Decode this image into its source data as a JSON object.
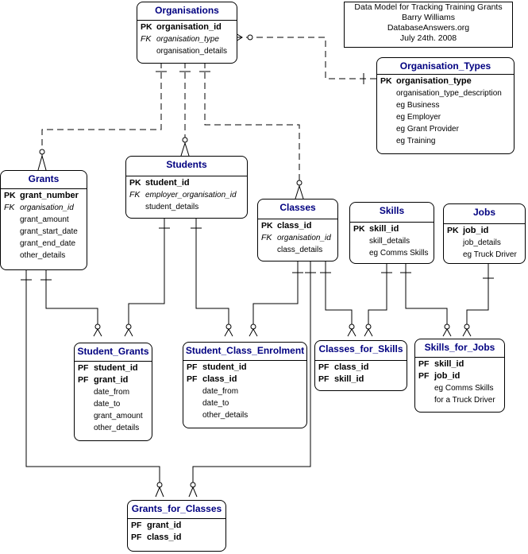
{
  "note": {
    "lines": [
      "Data Model for Tracking Training Grants",
      "Barry Williams",
      "DatabaseAnswers.org",
      "July 24th. 2008"
    ]
  },
  "entities": {
    "organisations": {
      "title": "Organisations",
      "rows": [
        {
          "key": "PK",
          "name": "organisation_id"
        },
        {
          "key": "FK",
          "name": "organisation_type"
        },
        {
          "key": "",
          "name": "organisation_details"
        }
      ]
    },
    "organisation_types": {
      "title": "Organisation_Types",
      "rows": [
        {
          "key": "PK",
          "name": "organisation_type"
        },
        {
          "key": "",
          "name": "organisation_type_description"
        },
        {
          "key": "",
          "name": "eg Business"
        },
        {
          "key": "",
          "name": "eg Employer"
        },
        {
          "key": "",
          "name": "eg Grant Provider"
        },
        {
          "key": "",
          "name": "eg Training"
        }
      ]
    },
    "grants": {
      "title": "Grants",
      "rows": [
        {
          "key": "PK",
          "name": "grant_number"
        },
        {
          "key": "FK",
          "name": "organisation_id"
        },
        {
          "key": "",
          "name": "grant_amount"
        },
        {
          "key": "",
          "name": "grant_start_date"
        },
        {
          "key": "",
          "name": "grant_end_date"
        },
        {
          "key": "",
          "name": "other_details"
        }
      ]
    },
    "students": {
      "title": "Students",
      "rows": [
        {
          "key": "PK",
          "name": "student_id"
        },
        {
          "key": "FK",
          "name": "employer_organisation_id"
        },
        {
          "key": "",
          "name": "student_details"
        }
      ]
    },
    "classes": {
      "title": "Classes",
      "rows": [
        {
          "key": "PK",
          "name": "class_id"
        },
        {
          "key": "FK",
          "name": "organisation_id"
        },
        {
          "key": "",
          "name": "class_details"
        }
      ]
    },
    "skills": {
      "title": "Skills",
      "rows": [
        {
          "key": "PK",
          "name": "skill_id"
        },
        {
          "key": "",
          "name": "skill_details"
        },
        {
          "key": "",
          "name": "eg Comms Skills"
        }
      ]
    },
    "jobs": {
      "title": "Jobs",
      "rows": [
        {
          "key": "PK",
          "name": "job_id"
        },
        {
          "key": "",
          "name": "job_details"
        },
        {
          "key": "",
          "name": "eg Truck Driver"
        }
      ]
    },
    "student_grants": {
      "title": "Student_Grants",
      "rows": [
        {
          "key": "PF",
          "name": "student_id"
        },
        {
          "key": "PF",
          "name": "grant_id"
        },
        {
          "key": "",
          "name": "date_from"
        },
        {
          "key": "",
          "name": "date_to"
        },
        {
          "key": "",
          "name": "grant_amount"
        },
        {
          "key": "",
          "name": "other_details"
        }
      ]
    },
    "student_class_enrolment": {
      "title": "Student_Class_Enrolment",
      "rows": [
        {
          "key": "PF",
          "name": "student_id"
        },
        {
          "key": "PF",
          "name": "class_id"
        },
        {
          "key": "",
          "name": "date_from"
        },
        {
          "key": "",
          "name": "date_to"
        },
        {
          "key": "",
          "name": "other_details"
        }
      ]
    },
    "classes_for_skills": {
      "title": "Classes_for_Skills",
      "rows": [
        {
          "key": "PF",
          "name": "class_id"
        },
        {
          "key": "PF",
          "name": "skill_id"
        }
      ]
    },
    "skills_for_jobs": {
      "title": "Skills_for_Jobs",
      "rows": [
        {
          "key": "PF",
          "name": "skill_id"
        },
        {
          "key": "PF",
          "name": "job_id"
        },
        {
          "key": "",
          "name": "eg Comms Skills"
        },
        {
          "key": "",
          "name": "for a Truck Driver"
        }
      ]
    },
    "grants_for_classes": {
      "title": "Grants_for_Classes",
      "rows": [
        {
          "key": "PF",
          "name": "grant_id"
        },
        {
          "key": "PF",
          "name": "class_id"
        }
      ]
    }
  }
}
